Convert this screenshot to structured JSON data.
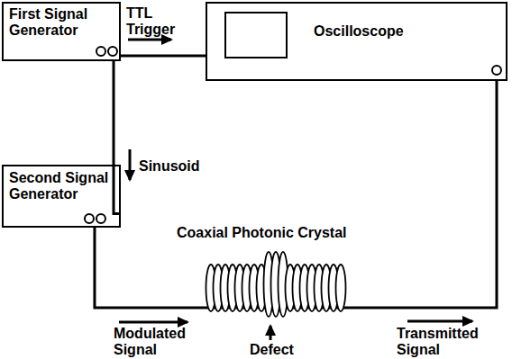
{
  "diagram": {
    "nodes": [
      {
        "text": [
          "First Signal Generator"
        ]
      },
      {
        "text": [
          "Oscilloscope"
        ]
      },
      {
        "text": [
          "Second Signal Generator"
        ]
      }
    ],
    "edges": [
      {
        "from": 0,
        "to": 1,
        "arrow": "none"
      },
      {
        "from": 0,
        "to": 2,
        "arrow": "none"
      },
      {
        "from": 2,
        "to": 1,
        "arrow": "none"
      }
    ],
    "labels": [
      "TTL Trigger",
      "Sinusoid",
      "Coaxial Photonic Crystal",
      "Modulated Signal",
      "Defect",
      "Transmitted Signal"
    ]
  }
}
